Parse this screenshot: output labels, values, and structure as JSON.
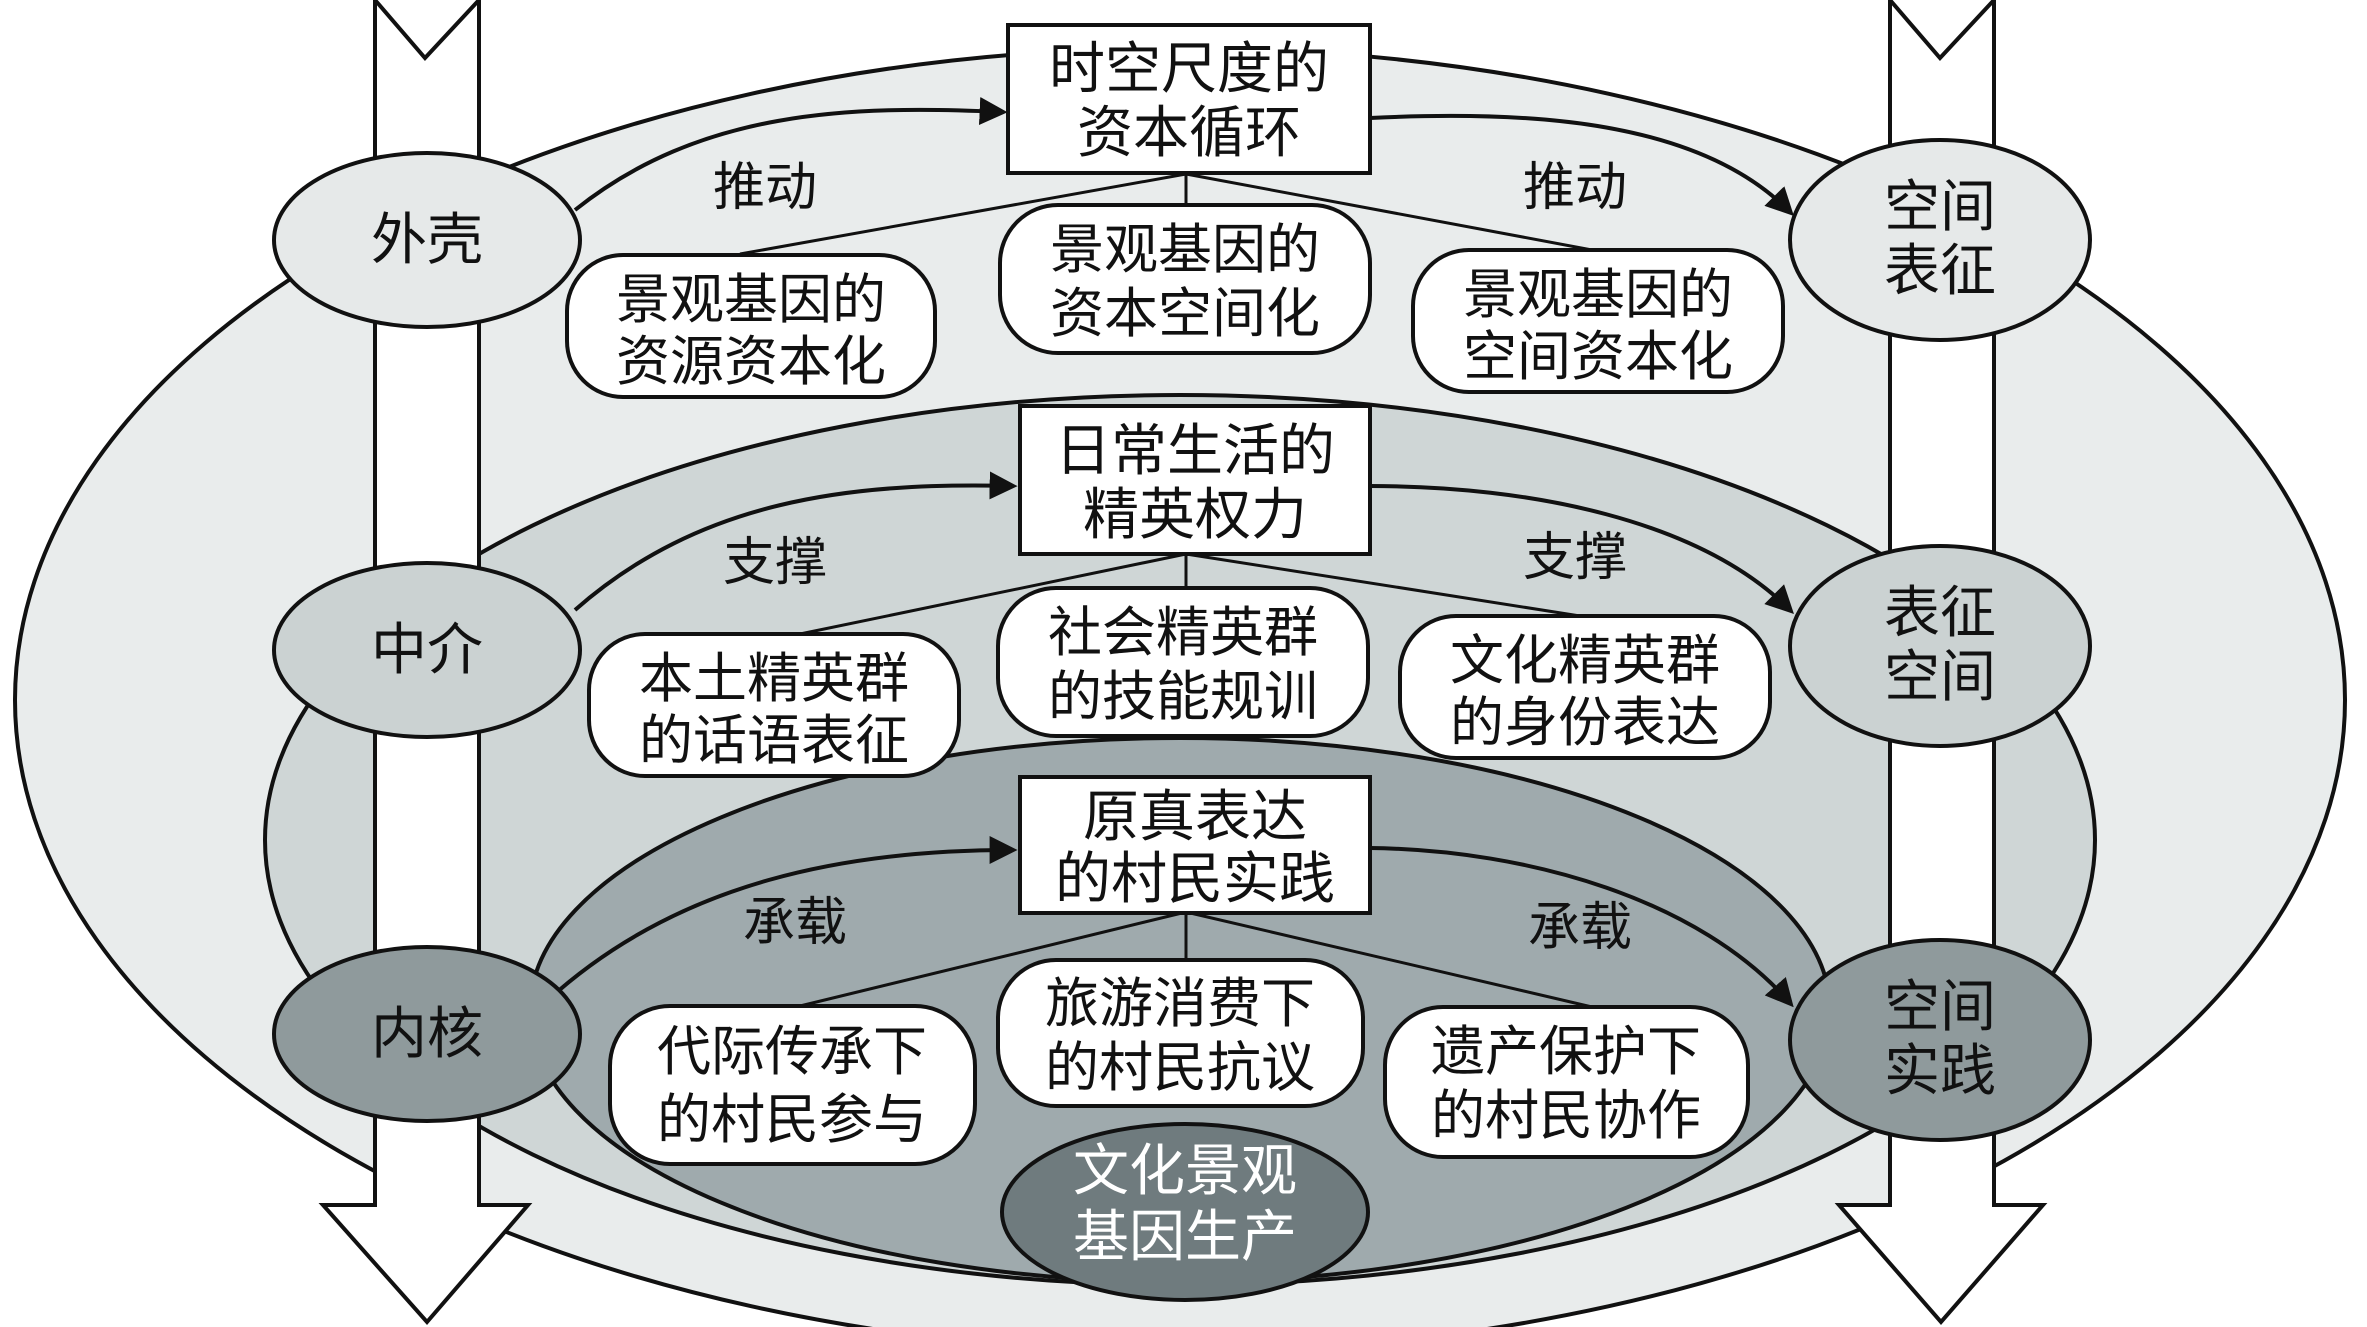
{
  "layers": {
    "outer": {
      "label": "外壳",
      "core_box": [
        "时空尺度的",
        "资本循环"
      ],
      "action": "推动",
      "right_label": [
        "空间",
        "表征"
      ],
      "items": [
        [
          "景观基因的",
          "资源资本化"
        ],
        [
          "景观基因的",
          "资本空间化"
        ],
        [
          "景观基因的",
          "空间资本化"
        ]
      ]
    },
    "middle": {
      "label": "中介",
      "core_box": [
        "日常生活的",
        "精英权力"
      ],
      "action": "支撑",
      "right_label": [
        "表征",
        "空间"
      ],
      "items": [
        [
          "本土精英群",
          "的话语表征"
        ],
        [
          "社会精英群",
          "的技能规训"
        ],
        [
          "文化精英群",
          "的身份表达"
        ]
      ]
    },
    "inner": {
      "label": "内核",
      "core_box": [
        "原真表达",
        "的村民实践"
      ],
      "action": "承载",
      "right_label": [
        "空间",
        "实践"
      ],
      "items": [
        [
          "代际传承下",
          "的村民参与"
        ],
        [
          "旅游消费下",
          "的村民抗议"
        ],
        [
          "遗产保护下",
          "的村民协作"
        ]
      ]
    }
  },
  "center": [
    "文化景观",
    "基因生产"
  ],
  "colors": {
    "outer_fill": "#e9ecec",
    "middle_fill": "#cfd6d6",
    "inner_fill": "#9faaad",
    "left_label_outer": "#e6e9e9",
    "left_label_middle": "#cbd2d2",
    "left_label_inner": "#8f9a9c",
    "center_fill": "#6f7b7e",
    "box_fill": "#ffffff",
    "stroke": "#111111"
  }
}
